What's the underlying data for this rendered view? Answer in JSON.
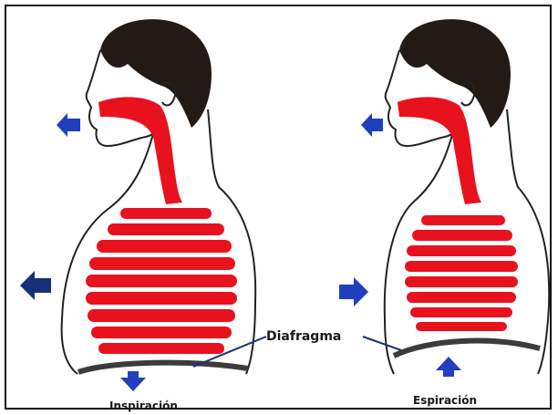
{
  "labels": {
    "inspiration": "Inspiración",
    "expiration": "Espiración",
    "diaphragm": "Diafragma"
  },
  "colors": {
    "organ_red": "#e8121f",
    "hair": "#231a16",
    "arrow_blue": "#1f3fbf",
    "arrow_dark": "#17307a",
    "diaphragm": "#3b3b3b"
  }
}
